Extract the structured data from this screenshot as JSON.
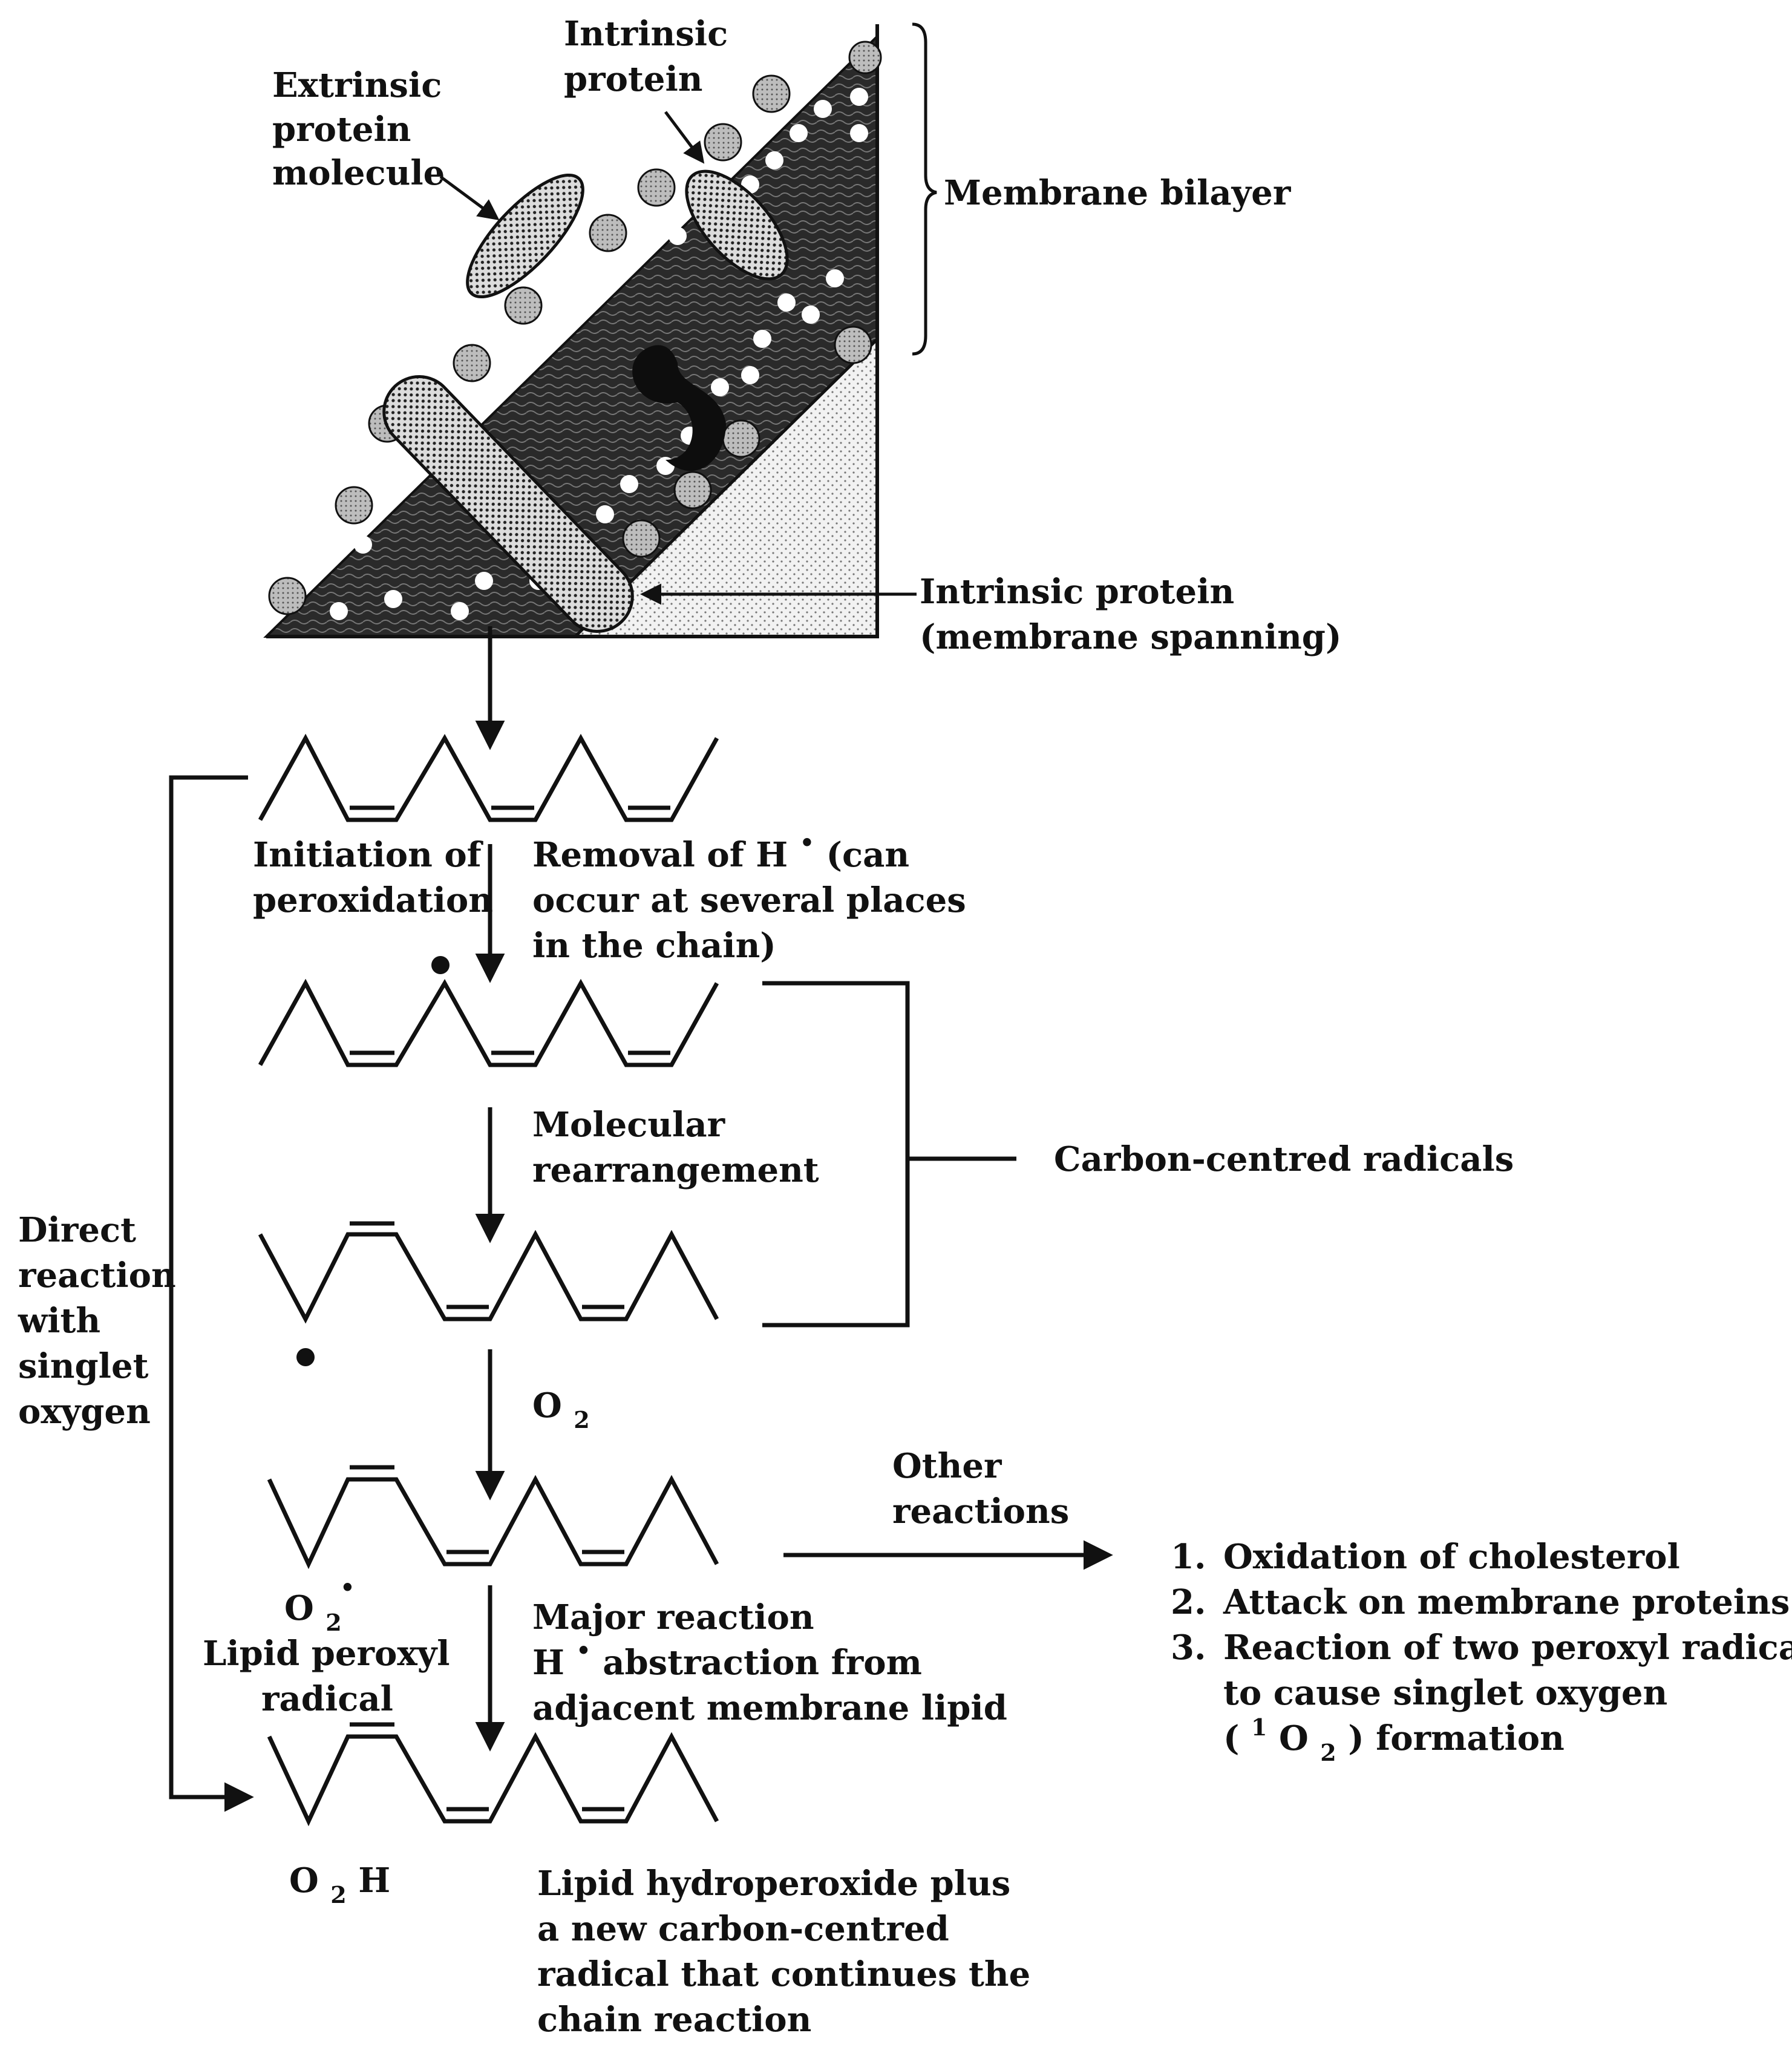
{
  "membrane": {
    "extrinsic_protein": [
      "Extrinsic",
      "protein",
      "molecule"
    ],
    "intrinsic_protein": [
      "Intrinsic",
      "protein"
    ],
    "bilayer": "Membrane bilayer",
    "spanning_protein": [
      "Intrinsic protein",
      "(membrane spanning)"
    ]
  },
  "steps": {
    "initiation": [
      "Initiation of",
      "peroxidation"
    ],
    "removal": [
      "Removal of H",
      "(can",
      "occur at several places",
      "in the chain)"
    ],
    "molecular": [
      "Molecular",
      "rearrangement"
    ],
    "carbon_radicals": "Carbon-centred radicals",
    "o2": [
      "O",
      "2"
    ],
    "other_reactions": [
      "Other",
      "reactions"
    ],
    "peroxyl": [
      "O",
      "2",
      "Lipid peroxyl",
      "radical"
    ],
    "major": [
      "Major reaction",
      "H",
      " abstraction from",
      "adjacent membrane lipid"
    ],
    "direct": [
      "Direct",
      "reaction",
      "with",
      "singlet",
      "oxygen"
    ],
    "o2h": [
      "O",
      "2",
      "H"
    ],
    "final": [
      "Lipid hydroperoxide plus",
      "a new carbon-centred",
      "radical that continues the",
      "chain reaction"
    ]
  },
  "other_list": {
    "item1": [
      "1.",
      "Oxidation of cholesterol"
    ],
    "item2": [
      "2.",
      "Attack on membrane proteins"
    ],
    "item3": [
      "3.",
      "Reaction of two peroxyl radicals"
    ],
    "item3b": "to cause singlet oxygen",
    "item3c": [
      "(",
      "1",
      "O",
      "2",
      ") formation"
    ]
  }
}
